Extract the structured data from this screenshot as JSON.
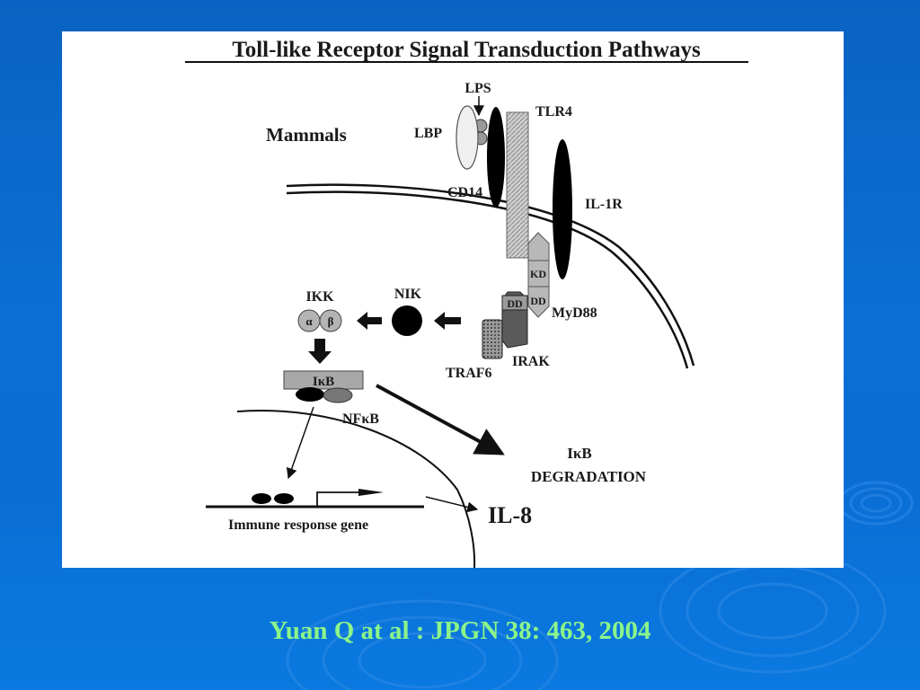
{
  "colors": {
    "background": "#0a6ed4",
    "citation": "#8cf58a",
    "panel": "#ffffff"
  },
  "diagram": {
    "title": "Toll-like Receptor Signal Transduction Pathways",
    "labels": {
      "mammals": "Mammals",
      "lps": "LPS",
      "lbp": "LBP",
      "tlr4": "TLR4",
      "cd14": "CD14",
      "il1r": "IL-1R",
      "kd": "KD",
      "dd_myd88": "DD",
      "myd88": "MyD88",
      "dd_irak": "DD",
      "irak": "IRAK",
      "traf6": "TRAF6",
      "nik": "NIK",
      "ikk": "IKK",
      "alpha": "α",
      "beta": "β",
      "ikb": "IκB",
      "nfkb": "NFκB",
      "ikb_degradation_1": "IκB",
      "ikb_degradation_2": "DEGRADATION",
      "immune_gene": "Immune response gene",
      "il8": "IL-8"
    }
  },
  "citation": "Yuan Q at al :  JPGN 38: 463, 2004"
}
